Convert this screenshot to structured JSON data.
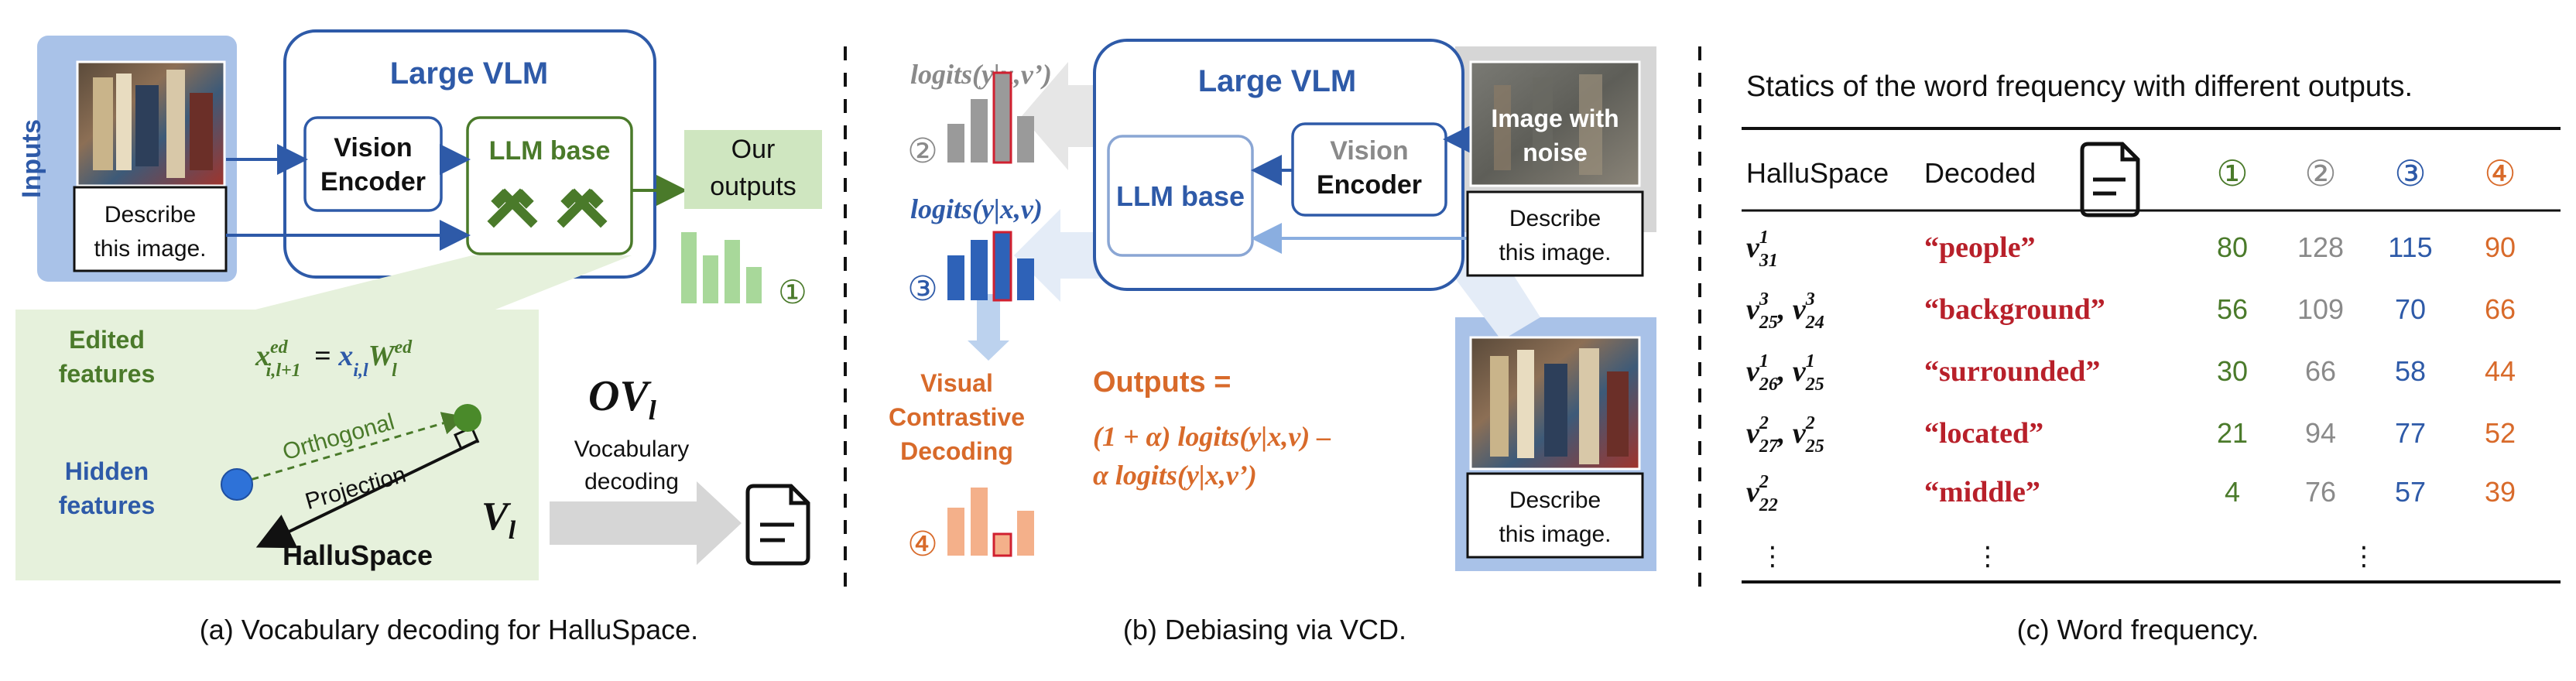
{
  "panel_a": {
    "inputs_label": "Inputs",
    "prompt_line1": "Describe",
    "prompt_line2": "this image.",
    "vlm_title": "Large VLM",
    "vision_encoder_line1": "Vision",
    "vision_encoder_line2": "Encoder",
    "llm_base": "LLM base",
    "our_outputs_line1": "Our",
    "our_outputs_line2": "outputs",
    "circled_one": "①",
    "edited_features_line1": "Edited",
    "edited_features_line2": "features",
    "hidden_features_line1": "Hidden",
    "hidden_features_line2": "features",
    "orthogonal": "Orthogonal",
    "projection": "Projection",
    "hallu_space": "HalluSpace",
    "ov_l": "OV",
    "ov_sub": "l",
    "v_l": "V",
    "v_sub": "l",
    "vocab_line1": "Vocabulary",
    "vocab_line2": "decoding",
    "caption": "(a) Vocabulary decoding for HalluSpace."
  },
  "panel_b": {
    "logits_prime": "logits(y|x,v’)",
    "logits": "logits(y|x,v)",
    "circled_two": "②",
    "circled_three": "③",
    "circled_four": "④",
    "vlm_title": "Large VLM",
    "llm_base": "LLM base",
    "vision_encoder_line1": "Vision",
    "vision_encoder_line2": "Encoder",
    "noise_line1": "Image with",
    "noise_line2": "noise",
    "prompt_line1": "Describe",
    "prompt_line2": "this image.",
    "vcd_line1": "Visual",
    "vcd_line2": "Contrastive",
    "vcd_line3": "Decoding",
    "outputs_eq": "Outputs =",
    "formula_line1": "(1 + α) logits(y|x,v) –",
    "formula_line2": "α logits(y|x,v’)",
    "caption": "(b) Debiasing via VCD."
  },
  "panel_c": {
    "title": "Statics of the word frequency with different outputs.",
    "header_hallu": "HalluSpace",
    "header_decoded": "Decoded",
    "header_cols": [
      "①",
      "②",
      "③",
      "④"
    ],
    "rows": [
      {
        "decoded": "“people”",
        "values": [
          "80",
          "128",
          "115",
          "90"
        ]
      },
      {
        "decoded": "“background”",
        "values": [
          "56",
          "109",
          "70",
          "66"
        ]
      },
      {
        "decoded": "“surrounded”",
        "values": [
          "30",
          "66",
          "58",
          "44"
        ]
      },
      {
        "decoded": "“located”",
        "values": [
          "21",
          "94",
          "77",
          "52"
        ]
      },
      {
        "decoded": "“middle”",
        "values": [
          "4",
          "76",
          "57",
          "39"
        ]
      }
    ],
    "ellipsis": "⋮",
    "caption": "(c) Word frequency."
  },
  "colors": {
    "blue": "#2e5aa8",
    "green": "#4a7a2a",
    "orange": "#d86a2a",
    "gray": "#8a8a8a",
    "red": "#b8202a",
    "light_green": "#cfe6c0",
    "light_blue": "#a9c2e8"
  }
}
